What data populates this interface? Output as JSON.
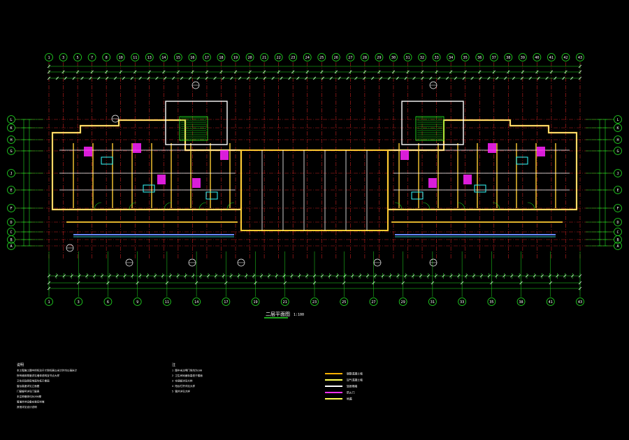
{
  "drawing": {
    "title": "二层平面图",
    "scale": "1:100"
  },
  "grid": {
    "top_labels": [
      "1",
      "3",
      "5",
      "7",
      "8",
      "10",
      "11",
      "13",
      "14",
      "15",
      "16",
      "17",
      "18",
      "19",
      "20",
      "21",
      "22",
      "23",
      "24",
      "25",
      "26",
      "27",
      "28",
      "29",
      "30",
      "31",
      "32",
      "33",
      "34",
      "35",
      "36",
      "37",
      "38",
      "39",
      "40",
      "41",
      "42",
      "43"
    ],
    "bottom_labels": [
      "1",
      "3",
      "6",
      "9",
      "11",
      "14",
      "17",
      "19",
      "21",
      "23",
      "25",
      "27",
      "29",
      "31",
      "33",
      "35",
      "38",
      "41",
      "43"
    ],
    "row_labels_top_to_bottom": [
      "L",
      "K",
      "H",
      "G",
      "J",
      "E",
      "F",
      "D",
      "C",
      "B",
      "A"
    ]
  },
  "notes_left": [
    "说明",
    "本工程施工图中所标注尺寸除标高以米计外均以毫米计",
    "所有墙体厚度详见墙体说明及节点大样",
    "卫生间及厨房地面均低于楼面",
    "窗台高度详见立面图",
    "门窗编号详见门窗表",
    "未注明墙体均为200厚",
    "管道井待设备安装后封堵",
    "其他详见设计说明"
  ],
  "notes_center": [
    "注",
    "1 图中未注明门垛均为100",
    "2 卫生间地面标高低于楼面",
    "3 空调板详见大样",
    "4 阳台栏杆详见大样",
    "5 管井详见大样"
  ],
  "legend": [
    {
      "label": "钢筋混凝土墙",
      "color": "#ffb000"
    },
    {
      "label": "加气混凝土墙",
      "color": "#ffff55"
    },
    {
      "label": "轻质隔墙",
      "color": "#ffffff"
    },
    {
      "label": "防火门",
      "color": "#ff33ff"
    },
    {
      "label": "地漏",
      "color": "#ffff55"
    }
  ],
  "colors": {
    "grid_line": "#c02020",
    "dimension": "#22dd22",
    "wall_yellow": "#ffcc33",
    "wall_white": "#ffffff",
    "fixture": "#ff22ff",
    "stair": "#22ff22",
    "glass": "#33ffff",
    "window": "#6688ff",
    "text": "#ffffff"
  }
}
